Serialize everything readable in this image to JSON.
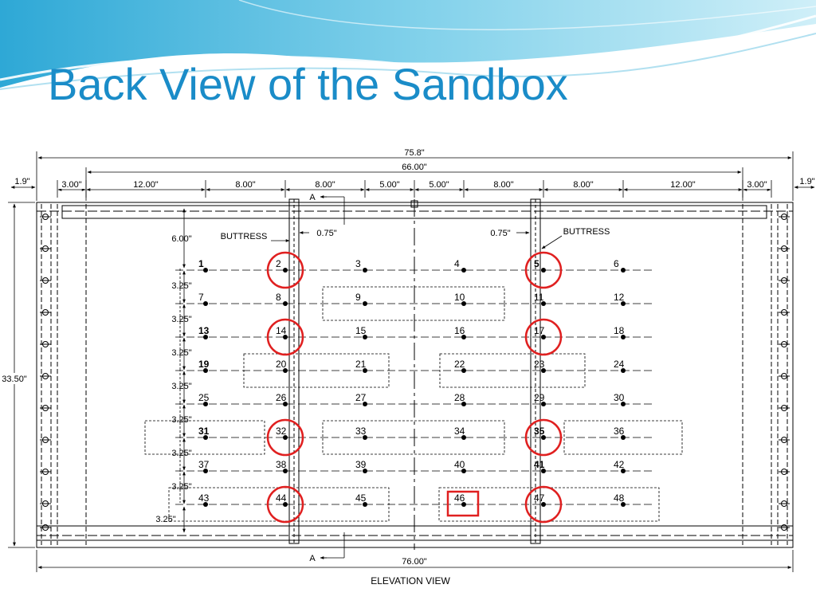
{
  "slide": {
    "title": "Back View of the Sandbox",
    "title_color": "#1A8CC8"
  },
  "drawing": {
    "caption": "ELEVATION VIEW",
    "section_marker": "A",
    "buttress_label": "BUTTRESS",
    "buttress_gap": "0.75\"",
    "dimensions": {
      "overall_top": "75.8\"",
      "inner_top": "66.00\"",
      "edge": "1.9\"",
      "bottom_total": "76.00\"",
      "height": "33.50\"",
      "top_offset": "6.00\"",
      "row_spacing": "3.25\"",
      "segments": [
        "3.00\"",
        "12.00\"",
        "8.00\"",
        "8.00\"",
        "5.00\"",
        "5.00\"",
        "8.00\"",
        "8.00\"",
        "12.00\"",
        "3.00\""
      ]
    },
    "points": [
      "1",
      "2",
      "3",
      "4",
      "5",
      "6",
      "7",
      "8",
      "9",
      "10",
      "11",
      "12",
      "13",
      "14",
      "15",
      "16",
      "17",
      "18",
      "19",
      "20",
      "21",
      "22",
      "23",
      "24",
      "25",
      "26",
      "27",
      "28",
      "29",
      "30",
      "31",
      "32",
      "33",
      "34",
      "35",
      "36",
      "37",
      "38",
      "39",
      "40",
      "41",
      "42",
      "43",
      "44",
      "45",
      "46",
      "47",
      "48"
    ],
    "bold_points": [
      "1",
      "5",
      "13",
      "19",
      "31",
      "35",
      "41"
    ],
    "circled_points": [
      "2",
      "5",
      "14",
      "17",
      "32",
      "35",
      "44",
      "47"
    ],
    "boxed_points": [
      "46"
    ],
    "highlight_color": "#E02020"
  }
}
